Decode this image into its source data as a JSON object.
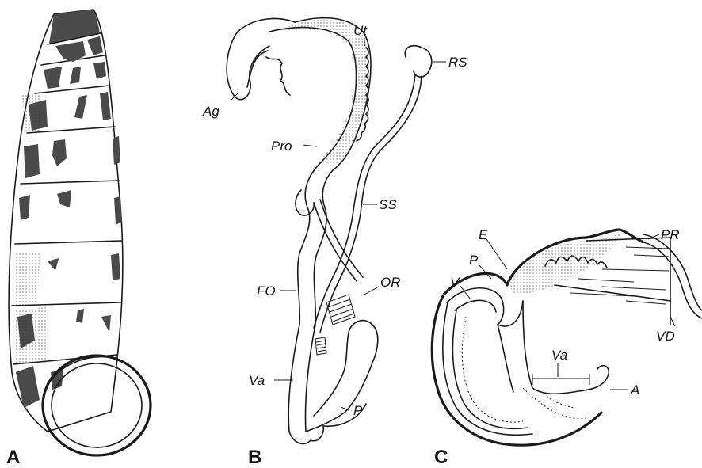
{
  "panels": {
    "a": "A",
    "b": "B",
    "c": "C"
  },
  "labels_b": {
    "ag": "Ag",
    "ut": "Ut",
    "rs": "RS",
    "pro": "Pro",
    "ss": "SS",
    "fo": "FO",
    "or": "OR",
    "va": "Va",
    "p": "P"
  },
  "labels_c": {
    "pr": "PR",
    "e": "E",
    "p": "P",
    "v": "V",
    "va": "Va",
    "vd": "VD",
    "a": "A"
  },
  "colors": {
    "ink": "#1a1a1a",
    "pigment": "#4a4a4a",
    "background": "#ffffff"
  }
}
